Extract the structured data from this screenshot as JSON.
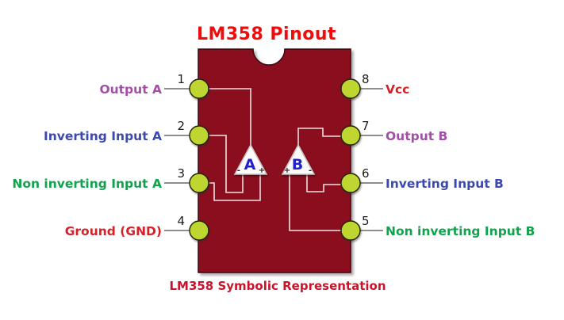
{
  "title": "LM358 Pinout",
  "caption": "LM358 Symbolic Representation",
  "colors": {
    "title": "#f10b0b",
    "caption": "#c9152b",
    "chip_body": "#8b0e1f",
    "pin_fill": "#bed62f",
    "wire": "#ecdfdf",
    "opamp_letter": "#2222cc"
  },
  "pins": {
    "left": [
      {
        "number": "1",
        "label": "Output A",
        "color": "#a34fa8"
      },
      {
        "number": "2",
        "label": "Inverting Input A",
        "color": "#3c49ad"
      },
      {
        "number": "3",
        "label": "Non inverting Input A",
        "color": "#10a24c"
      },
      {
        "number": "4",
        "label": "Ground (GND)",
        "color": "#d6202a"
      }
    ],
    "right": [
      {
        "number": "8",
        "label": "Vcc",
        "color": "#d6202a"
      },
      {
        "number": "7",
        "label": "Output B",
        "color": "#a34fa8"
      },
      {
        "number": "6",
        "label": "Inverting Input B",
        "color": "#3c49ad"
      },
      {
        "number": "5",
        "label": "Non inverting Input B",
        "color": "#10a24c"
      }
    ]
  },
  "opamps": [
    {
      "letter": "A",
      "input_left": "-",
      "input_right": "+"
    },
    {
      "letter": "B",
      "input_left": "+",
      "input_right": "-"
    }
  ]
}
